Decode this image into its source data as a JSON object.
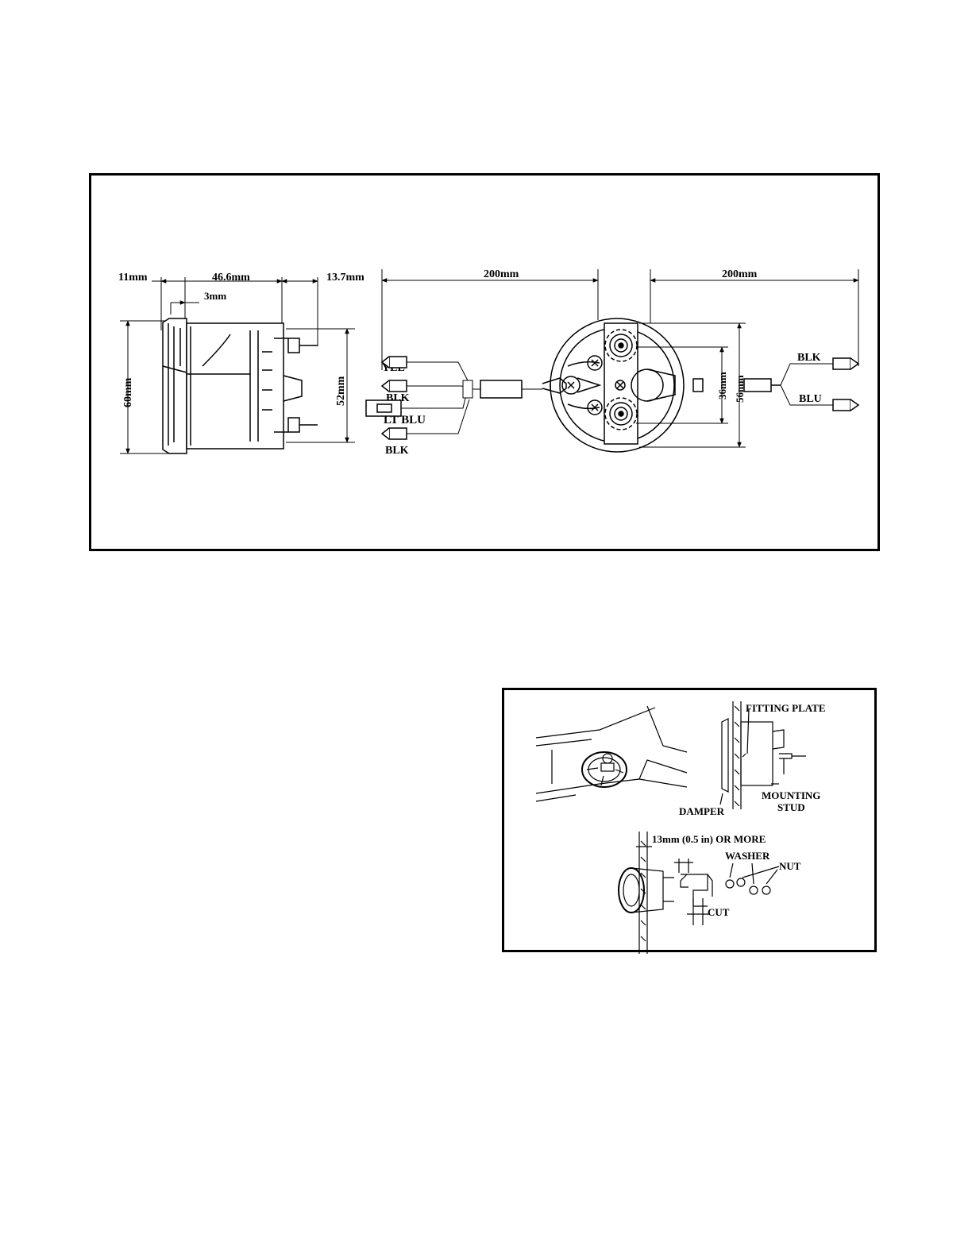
{
  "diagram_1": {
    "dimensions": {
      "d11": "11mm",
      "d46": "46.6mm",
      "d137": "13.7mm",
      "d3": "3mm",
      "d60": "60mm",
      "d52": "52mm",
      "len_left": "200mm",
      "len_right": "200mm",
      "d36": "36mm",
      "d56": "56mm"
    },
    "wires_left": [
      "YEL",
      "BLK",
      "LT BLU",
      "BLK"
    ],
    "wires_right": [
      "BLK",
      "BLU"
    ]
  },
  "diagram_2": {
    "labels": {
      "fitting_plate": "FITTING PLATE",
      "mounting": "MOUNTING",
      "stud": "STUD",
      "damper": "DAMPER",
      "clearance": "13mm (0.5 in) OR MORE",
      "washer": "WASHER",
      "nut": "NUT",
      "cut": "CUT"
    }
  }
}
